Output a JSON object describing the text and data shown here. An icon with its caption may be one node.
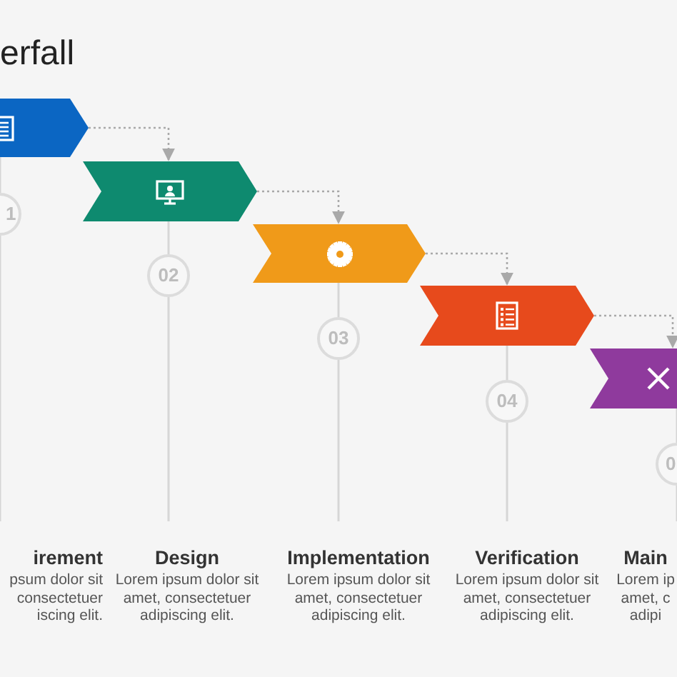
{
  "diagram": {
    "title": "erfall",
    "nodes": [
      {
        "text": [],
        "shape": "chevron"
      },
      {
        "text": [],
        "shape": "chevron"
      },
      {
        "text": [],
        "shape": "chevron"
      },
      {
        "text": [],
        "shape": "chevron"
      },
      {
        "text": [],
        "shape": "chevron"
      },
      {
        "text": [
          "1"
        ]
      },
      {
        "text": [
          "02"
        ]
      },
      {
        "text": [
          "03"
        ]
      },
      {
        "text": [
          "04"
        ]
      },
      {
        "text": [
          "0"
        ]
      },
      {
        "text": [
          "irement",
          "psum dolor sit consectetuer iscing elit."
        ]
      },
      {
        "text": [
          "Design",
          "Lorem ipsum dolor sit amet, consectetuer adipiscing elit."
        ]
      },
      {
        "text": [
          "Implementation",
          "Lorem ipsum dolor sit amet, consectetuer adipiscing elit."
        ]
      },
      {
        "text": [
          "Verification",
          "Lorem ipsum dolor sit amet, consectetuer adipiscing elit."
        ]
      },
      {
        "text": [
          "Main",
          "Lorem ip amet, c adipi"
        ]
      }
    ],
    "edges": [
      {
        "from": 0,
        "to": 1,
        "arrow": "to",
        "style": "dashed"
      },
      {
        "from": 1,
        "to": 2,
        "arrow": "to",
        "style": "dashed"
      },
      {
        "from": 2,
        "to": 3,
        "arrow": "to",
        "style": "dashed"
      },
      {
        "from": 3,
        "to": 4,
        "arrow": "to",
        "style": "dashed"
      },
      {
        "from": 0,
        "to": 5,
        "arrow": "none"
      },
      {
        "from": 1,
        "to": 6,
        "arrow": "none"
      },
      {
        "from": 2,
        "to": 7,
        "arrow": "none"
      },
      {
        "from": 3,
        "to": 8,
        "arrow": "none"
      },
      {
        "from": 4,
        "to": 9,
        "arrow": "none"
      },
      {
        "from": 5,
        "to": 10,
        "arrow": "none"
      },
      {
        "from": 6,
        "to": 11,
        "arrow": "none"
      },
      {
        "from": 7,
        "to": 12,
        "arrow": "none"
      },
      {
        "from": 8,
        "to": 13,
        "arrow": "none"
      },
      {
        "from": 9,
        "to": 14,
        "arrow": "none"
      }
    ]
  }
}
